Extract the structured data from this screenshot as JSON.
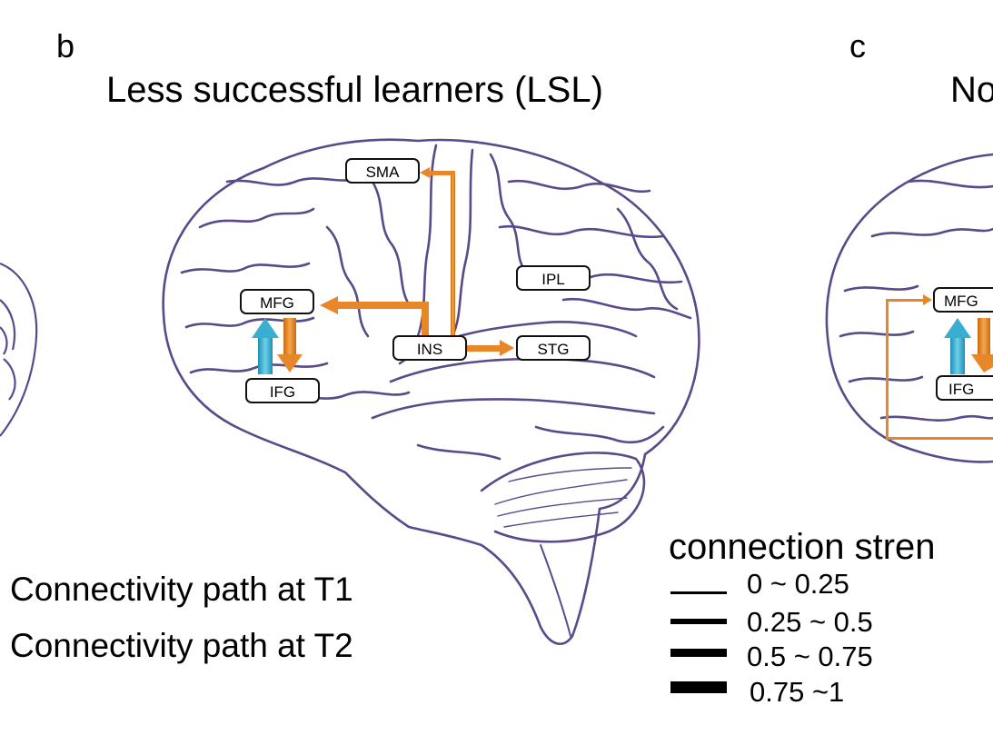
{
  "panels": {
    "b": {
      "letter": "b",
      "title": "Less successful learners (LSL)",
      "nodes": {
        "sma": "SMA",
        "mfg": "MFG",
        "ifg": "IFG",
        "ins": "INS",
        "ipl": "IPL",
        "stg": "STG"
      }
    },
    "c": {
      "letter": "c",
      "title_partial": "No",
      "nodes": {
        "mfg": "MFG",
        "ifg": "IFG"
      }
    }
  },
  "path_labels": {
    "t1": "Connectivity path at T1",
    "t2": "Connectivity path at T2"
  },
  "legend": {
    "title": "connection stren",
    "items": [
      {
        "label": "0 ~ 0.25"
      },
      {
        "label": "0.25 ~ 0.5"
      },
      {
        "label": "0.5 ~ 0.75"
      },
      {
        "label": "0.75 ~1"
      }
    ]
  },
  "colors": {
    "brain_outline": "#5a4a8a",
    "t2_path": "#e8862a",
    "t1_path": "#3aaed1",
    "text": "#000000"
  }
}
